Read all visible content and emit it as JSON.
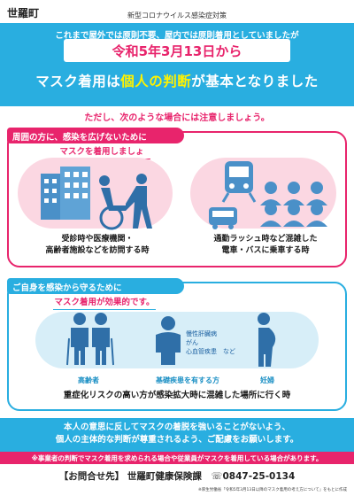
{
  "header": {
    "town": "世羅町",
    "subtitle": "新型コロナウイルス感染症対策"
  },
  "banner": {
    "line1": "これまで屋外では原則不要、屋内では原則着用としていましたが",
    "date": "令和5年3月13日から",
    "main_pre": "マスク着用は",
    "main_highlight": "個人の判断",
    "main_post": "が基本となりました"
  },
  "caution": "ただし、次のような場合には注意しましょう。",
  "section1": {
    "heading": "周囲の方に、感染を広げないために",
    "sub": "マスクを着用しましょう。",
    "caption_left_1": "受診時や医療機関・",
    "caption_left_2": "高齢者施設などを訪問する時",
    "caption_right_1": "通勤ラッシュ時など混雑した",
    "caption_right_2": "電車・バスに乗車する時"
  },
  "section2": {
    "heading": "ご自身を感染から守るために",
    "sub": "マスク着用が効果的です。",
    "disease_1": "慢性肝臓病",
    "disease_2": "がん",
    "disease_3": "心血管疾患　など",
    "label_elderly": "高齢者",
    "label_disease": "基礎疾患を有する方",
    "label_pregnant": "妊婦",
    "bottom": "重症化リスクの高い方が感染拡大時に混雑した場所に行く時"
  },
  "message": {
    "line1": "本人の意思に反してマスクの着脱を強いることがないよう、",
    "line2": "個人の主体的な判断が尊重されるよう、ご配慮をお願いします。"
  },
  "note": "※事業者の判断でマスク着用を求められる場合や従業員がマスクを着用している場合があります。",
  "contact": "【お問合せ先】 世羅町健康保険課　☏0847-25-0134",
  "footnote": "※厚生労働省「令和5年3月13日以降のマスク着用の考え方について」をもとに作成",
  "colors": {
    "blue": "#29aee0",
    "pink": "#e8246c",
    "yellow": "#fff200",
    "icon_blue": "#4a90c8",
    "light_pink": "#fbd7e2",
    "light_blue": "#d7eef8"
  }
}
